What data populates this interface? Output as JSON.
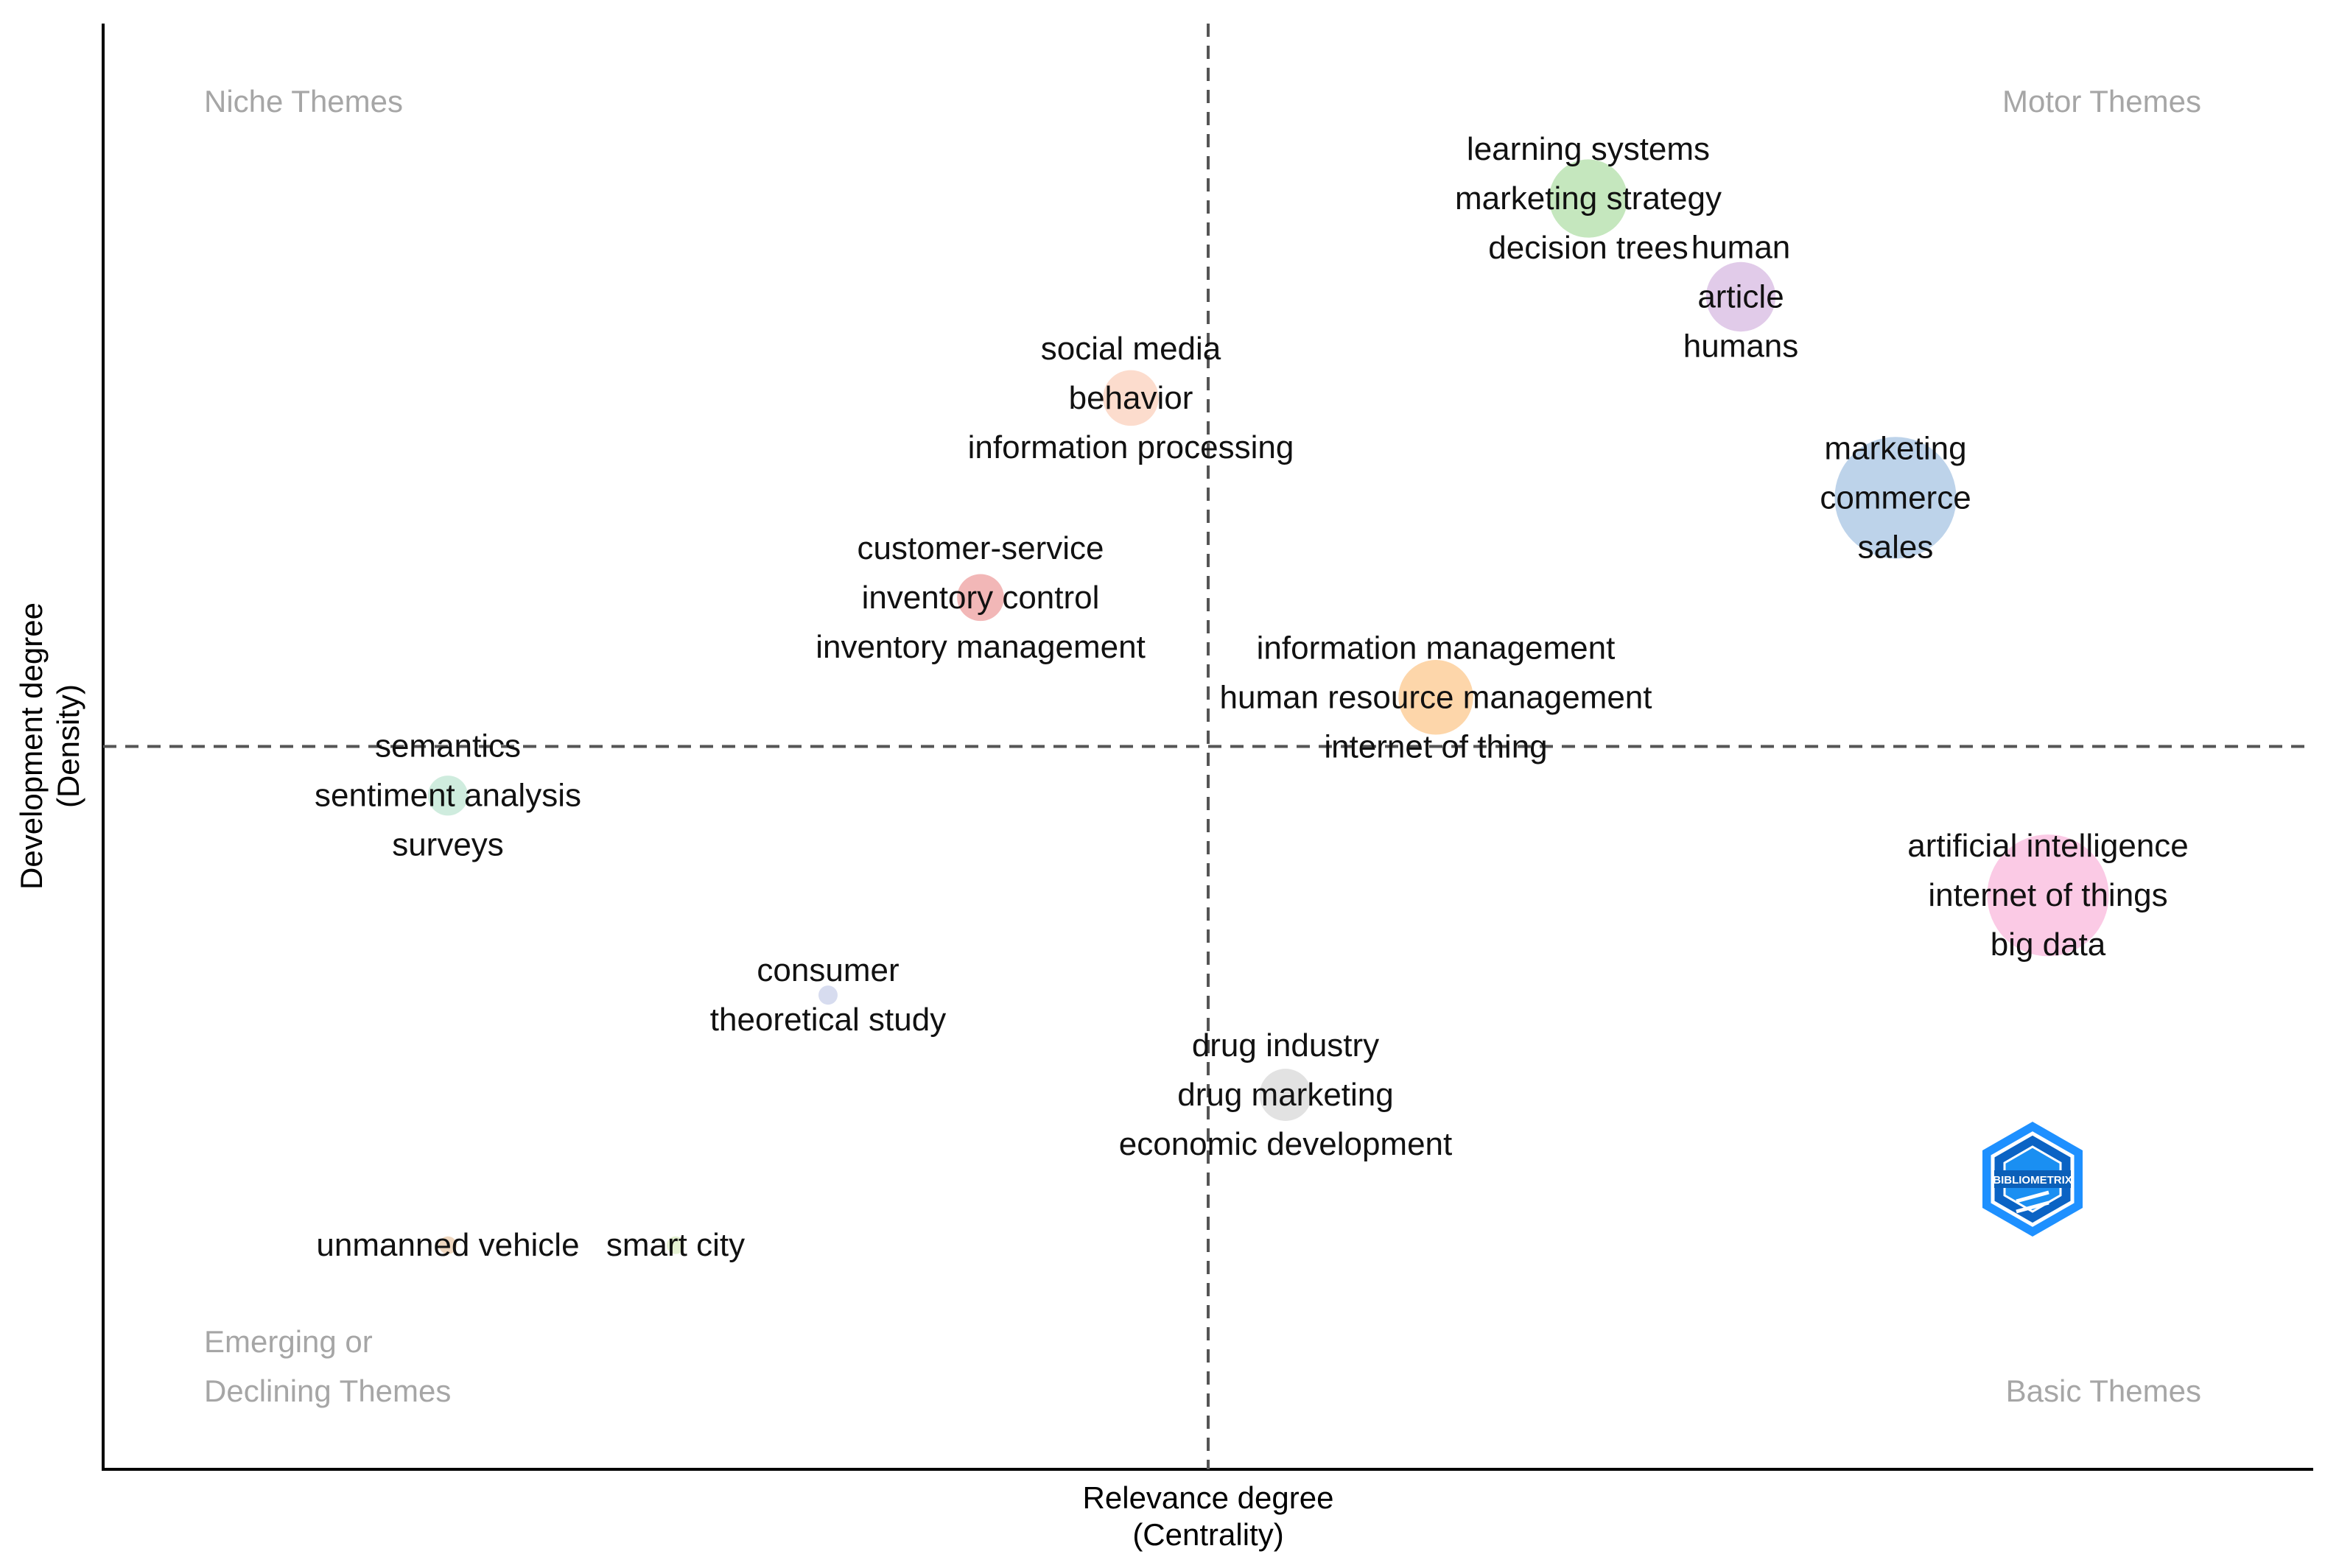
{
  "chart_data": {
    "type": "scatter",
    "title": "",
    "xlabel": [
      "Relevance degree",
      "(Centrality)"
    ],
    "ylabel": [
      "Development degree",
      "(Density)"
    ],
    "xlim": [
      0,
      1
    ],
    "ylim": [
      0,
      1
    ],
    "x_ticks": "none",
    "y_ticks": "none",
    "grid": false,
    "legend": "none",
    "reference_lines": {
      "vertical_x": 0.5,
      "horizontal_y": 0.5,
      "style": "dashed"
    },
    "quadrant_labels": {
      "top_left": "Niche Themes",
      "top_right": "Motor Themes",
      "bottom_left": [
        "Emerging or",
        "Declining Themes"
      ],
      "bottom_right": "Basic Themes"
    },
    "clusters": [
      {
        "keywords": [
          "learning systems",
          "marketing strategy",
          "decision trees"
        ],
        "x": 0.672,
        "y": 0.879,
        "size": 0.45,
        "color": "#b2dfa8"
      },
      {
        "keywords": [
          "human",
          "article",
          "humans"
        ],
        "x": 0.741,
        "y": 0.811,
        "size": 0.4,
        "color": "#d7b9e2"
      },
      {
        "keywords": [
          "social media",
          "behavior",
          "information processing"
        ],
        "x": 0.465,
        "y": 0.741,
        "size": 0.32,
        "color": "#fbd0bc"
      },
      {
        "keywords": [
          "marketing",
          "commerce",
          "sales"
        ],
        "x": 0.811,
        "y": 0.672,
        "size": 0.7,
        "color": "#a7c4e3"
      },
      {
        "keywords": [
          "customer-service",
          "inventory control",
          "inventory management"
        ],
        "x": 0.397,
        "y": 0.603,
        "size": 0.27,
        "color": "#ee9f9f"
      },
      {
        "keywords": [
          "information management",
          "human resource management",
          "internet of thing"
        ],
        "x": 0.603,
        "y": 0.534,
        "size": 0.43,
        "color": "#fcc88e"
      },
      {
        "keywords": [
          "semantics",
          "sentiment analysis",
          "surveys"
        ],
        "x": 0.156,
        "y": 0.466,
        "size": 0.23,
        "color": "#bfe6d3"
      },
      {
        "keywords": [
          "artificial intelligence",
          "internet of things",
          "big data"
        ],
        "x": 0.88,
        "y": 0.397,
        "size": 0.7,
        "color": "#f9b8dc"
      },
      {
        "keywords": [
          "consumer",
          "theoretical study"
        ],
        "x": 0.328,
        "y": 0.328,
        "size": 0.11,
        "color": "#c9d0ea"
      },
      {
        "keywords": [
          "drug industry",
          "drug marketing",
          "economic development"
        ],
        "x": 0.535,
        "y": 0.259,
        "size": 0.3,
        "color": "#d8d8d8"
      },
      {
        "keywords": [
          "unmanned vehicle"
        ],
        "x": 0.156,
        "y": 0.155,
        "size": 0.05,
        "color": "#e9c9a9"
      },
      {
        "keywords": [
          "smart city"
        ],
        "x": 0.259,
        "y": 0.155,
        "size": 0.035,
        "color": "#dcecc4"
      }
    ],
    "logo": {
      "text": "BIBLIOMETRIX",
      "colors": [
        "#1a8ff2",
        "#0b5fb8"
      ]
    }
  }
}
